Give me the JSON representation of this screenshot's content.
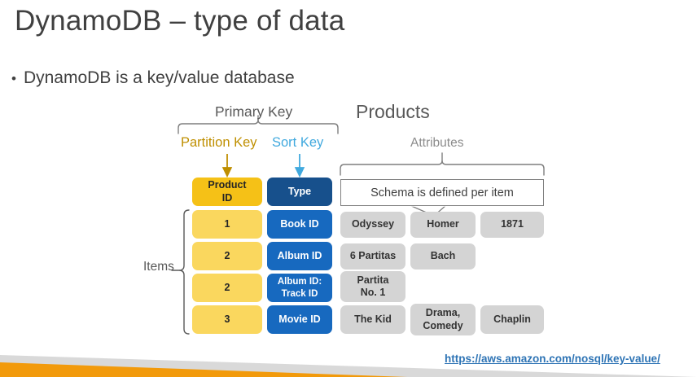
{
  "slide": {
    "title": "DynamoDB – type of data",
    "bullet": {
      "marker": "•",
      "text": "DynamoDB is a key/value database"
    },
    "source_link": "https://aws.amazon.com/nosql/key-value/"
  },
  "diagram": {
    "labels": {
      "primary_key": "Primary Key",
      "partition_key": "Partition Key",
      "sort_key": "Sort Key",
      "products": "Products",
      "attributes": "Attributes",
      "items": "Items"
    },
    "callout": {
      "schema_note": "Schema is defined per item"
    },
    "headers": {
      "partition": "Product ID",
      "partition_line1": "Product",
      "partition_line2": "ID",
      "sort": "Type"
    },
    "rows": [
      {
        "partition_key": "1",
        "sort_key": "Book ID",
        "sort_key_line1": "Book ID",
        "sort_key_line2": "",
        "attributes": [
          "Odyssey",
          "Homer",
          "1871"
        ]
      },
      {
        "partition_key": "2",
        "sort_key": "Album ID",
        "sort_key_line1": "Album ID",
        "sort_key_line2": "",
        "attributes": [
          "6 Partitas",
          "Bach"
        ]
      },
      {
        "partition_key": "2",
        "sort_key": "Album ID: Track ID",
        "sort_key_line1": "Album ID:",
        "sort_key_line2": "Track ID",
        "attributes": [
          "Partita No. 1"
        ]
      },
      {
        "partition_key": "3",
        "sort_key": "Movie ID",
        "sort_key_line1": "Movie ID",
        "sort_key_line2": "",
        "attributes": [
          "The Kid",
          "Drama, Comedy",
          "Chaplin"
        ]
      }
    ],
    "attribute_cells_text": {
      "r0c0": "Odyssey",
      "r0c1": "Homer",
      "r0c2": "1871",
      "r1c0": "6 Partitas",
      "r1c1": "Bach",
      "r2c0_line1": "Partita",
      "r2c0_line2": "No. 1",
      "r3c0": "The Kid",
      "r3c1_line1": "Drama,",
      "r3c1_line2": "Comedy",
      "r3c2": "Chaplin"
    }
  },
  "colors": {
    "partition_header": "#F5C117",
    "partition_row": "#FAD75E",
    "sort_header": "#17508C",
    "sort_row": "#1769BF",
    "attribute_cell": "#D4D4D4",
    "partition_label": "#BF8F00",
    "sort_label": "#41A9DE",
    "link": "#2E74B5",
    "footer_orange": "#F29A0B",
    "footer_gray": "#D9D9D9"
  }
}
